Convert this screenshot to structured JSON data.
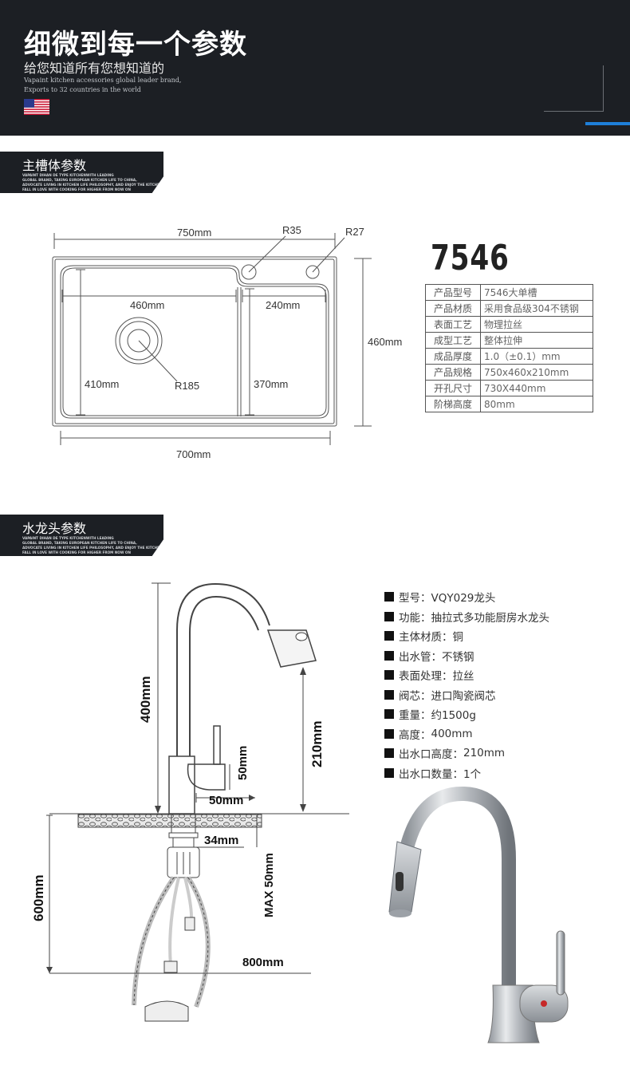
{
  "header": {
    "title": "细微到每一个参数",
    "subtitle": "给您知道所有您想知道的",
    "en_line1": "Vapaint kitchen accessories global leader brand,",
    "en_line2": "Exports to 32 countries in the world"
  },
  "sections": {
    "sink": {
      "title": "主槽体参数",
      "lines": [
        "VAPAINT DIHAN DE TYPE KITCHENWITH LEADING",
        "GLOBAL BRAND, TAKING EUROPEAN KITCHEN LIFE TO CHINA,",
        "ADVOCATE LIVING IN KITCHEN LIFE PHILOSOPHY, AND ENJOY THE KITCHEN LIFE,",
        "FALL IN LOVE WITH COOKING FOR HIGHER FROM NOW ON"
      ]
    },
    "faucet": {
      "title": "水龙头参数",
      "lines": [
        "VAPAINT DIHAN DE TYPE KITCHENWITH LEADING",
        "GLOBAL BRAND, TAKING EUROPEAN KITCHEN LIFE TO CHINA,",
        "ADVOCATE LIVING IN KITCHEN LIFE PHILOSOPHY, AND ENJOY THE KITCHEN LIFE,",
        "FALL IN LOVE WITH COOKING FOR HIGHER FROM NOW ON"
      ]
    }
  },
  "sink_drawing": {
    "dim_750": "750mm",
    "dim_r35": "R35",
    "dim_r27": "R27",
    "dim_460w": "460mm",
    "dim_240": "240mm",
    "dim_460h": "460mm",
    "dim_410": "410mm",
    "dim_r185": "R185",
    "dim_370": "370mm",
    "dim_700": "700mm"
  },
  "sink_spec": {
    "model": "7546",
    "rows": [
      {
        "k": "产品型号",
        "v": "7546大单槽"
      },
      {
        "k": "产品材质",
        "v": "采用食品级304不锈钢"
      },
      {
        "k": "表面工艺",
        "v": "物理拉丝"
      },
      {
        "k": "成型工艺",
        "v": "整体拉伸"
      },
      {
        "k": "成品厚度",
        "v": "1.0（±0.1）mm"
      },
      {
        "k": "产品规格",
        "v": "750x460x210mm"
      },
      {
        "k": "开孔尺寸",
        "v": "730X440mm"
      },
      {
        "k": "阶梯高度",
        "v": "80mm"
      }
    ]
  },
  "faucet_drawing": {
    "dim_400": "400mm",
    "dim_210": "210mm",
    "dim_50v": "50mm",
    "dim_50h": "50mm",
    "dim_34": "34mm",
    "dim_max50": "MAX 50mm",
    "dim_600": "600mm",
    "dim_800": "800mm"
  },
  "faucet_spec": [
    {
      "k": "型号",
      "v": "VQY029龙头"
    },
    {
      "k": "功能",
      "v": "抽拉式多功能厨房水龙头"
    },
    {
      "k": "主体材质",
      "v": "铜"
    },
    {
      "k": "出水管",
      "v": "不锈钢"
    },
    {
      "k": "表面处理",
      "v": "拉丝"
    },
    {
      "k": "阀芯",
      "v": "进口陶瓷阀芯"
    },
    {
      "k": "重量",
      "v": "约1500g"
    },
    {
      "k": "高度",
      "v": "400mm"
    },
    {
      "k": "出水口高度",
      "v": "210mm"
    },
    {
      "k": "出水口数量",
      "v": "1个"
    }
  ]
}
